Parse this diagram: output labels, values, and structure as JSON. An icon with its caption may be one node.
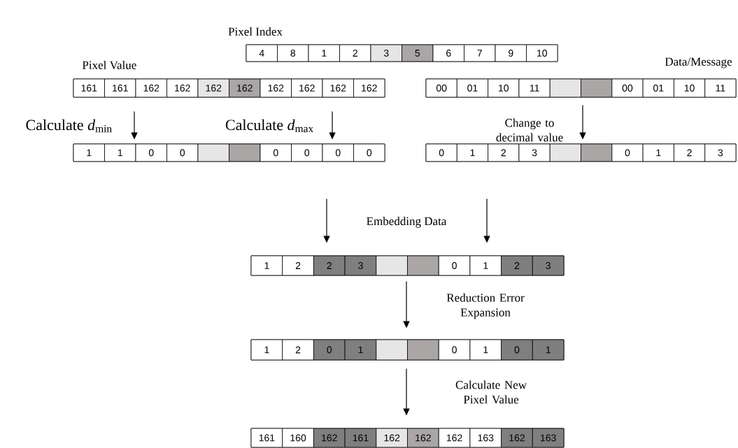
{
  "diagram": {
    "nodes": [
      {
        "text": [
          "Pixel Index"
        ]
      },
      {
        "text": [
          "4"
        ],
        "in": 0
      },
      {
        "text": [
          "8"
        ],
        "in": 0
      },
      {
        "text": [
          "1"
        ],
        "in": 0
      },
      {
        "text": [
          "2"
        ],
        "in": 0
      },
      {
        "text": [
          "3"
        ],
        "in": 0
      },
      {
        "text": [
          "5"
        ],
        "in": 0
      },
      {
        "text": [
          "6"
        ],
        "in": 0
      },
      {
        "text": [
          "7"
        ],
        "in": 0
      },
      {
        "text": [
          "9"
        ],
        "in": 0
      },
      {
        "text": [
          "10"
        ],
        "in": 0
      },
      {
        "text": [
          "Pixel Value"
        ]
      },
      {
        "text": [
          "161"
        ],
        "in": 11
      },
      {
        "text": [
          "161"
        ],
        "in": 11
      },
      {
        "text": [
          "162"
        ],
        "in": 11
      },
      {
        "text": [
          "162"
        ],
        "in": 11
      },
      {
        "text": [
          "162"
        ],
        "in": 11
      },
      {
        "text": [
          "162"
        ],
        "in": 11
      },
      {
        "text": [
          "162"
        ],
        "in": 11
      },
      {
        "text": [
          "162"
        ],
        "in": 11
      },
      {
        "text": [
          "162"
        ],
        "in": 11
      },
      {
        "text": [
          "162"
        ],
        "in": 11
      },
      {
        "text": [
          "Data/Message"
        ]
      },
      {
        "text": [
          "00"
        ],
        "in": 22
      },
      {
        "text": [
          "01"
        ],
        "in": 22
      },
      {
        "text": [
          "10"
        ],
        "in": 22
      },
      {
        "text": [
          "11"
        ],
        "in": 22
      },
      {
        "text": [],
        "shape": "box",
        "in": 22
      },
      {
        "text": [],
        "shape": "box",
        "in": 22
      },
      {
        "text": [
          "00"
        ],
        "in": 22
      },
      {
        "text": [
          "01"
        ],
        "in": 22
      },
      {
        "text": [
          "10"
        ],
        "in": 22
      },
      {
        "text": [
          "11"
        ],
        "in": 22
      },
      {
        "text": [],
        "shape": "box"
      },
      {
        "text": [
          "1"
        ],
        "in": 33
      },
      {
        "text": [
          "1"
        ],
        "in": 33
      },
      {
        "text": [
          "0"
        ],
        "in": 33
      },
      {
        "text": [
          "0"
        ],
        "in": 33
      },
      {
        "text": [],
        "shape": "box",
        "in": 33
      },
      {
        "text": [],
        "shape": "box",
        "in": 33
      },
      {
        "text": [
          "0"
        ],
        "in": 33
      },
      {
        "text": [
          "0"
        ],
        "in": 33
      },
      {
        "text": [
          "0"
        ],
        "in": 33
      },
      {
        "text": [
          "0"
        ],
        "in": 33
      },
      {
        "text": [],
        "shape": "box"
      },
      {
        "text": [
          "0"
        ],
        "in": 44
      },
      {
        "text": [
          "1"
        ],
        "in": 44
      },
      {
        "text": [
          "2"
        ],
        "in": 44
      },
      {
        "text": [
          "3"
        ],
        "in": 44
      },
      {
        "text": [],
        "shape": "box",
        "in": 44
      },
      {
        "text": [],
        "shape": "box",
        "in": 44
      },
      {
        "text": [
          "0"
        ],
        "in": 44
      },
      {
        "text": [
          "1"
        ],
        "in": 44
      },
      {
        "text": [
          "2"
        ],
        "in": 44
      },
      {
        "text": [
          "3"
        ],
        "in": 44
      },
      {
        "text": [],
        "shape": "box"
      },
      {
        "text": [
          "1"
        ],
        "in": 55
      },
      {
        "text": [
          "2"
        ],
        "in": 55
      },
      {
        "text": [
          "2"
        ],
        "in": 55
      },
      {
        "text": [
          "3"
        ],
        "in": 55
      },
      {
        "text": [],
        "shape": "box",
        "in": 55
      },
      {
        "text": [],
        "shape": "box",
        "in": 55
      },
      {
        "text": [
          "0"
        ],
        "in": 55
      },
      {
        "text": [
          "1"
        ],
        "in": 55
      },
      {
        "text": [
          "2"
        ],
        "in": 55
      },
      {
        "text": [
          "3"
        ],
        "in": 55
      },
      {
        "text": [],
        "shape": "box"
      },
      {
        "text": [
          "1"
        ],
        "in": 66
      },
      {
        "text": [
          "2"
        ],
        "in": 66
      },
      {
        "text": [
          "0"
        ],
        "in": 66
      },
      {
        "text": [
          "1"
        ],
        "in": 66
      },
      {
        "text": [],
        "shape": "box",
        "in": 66
      },
      {
        "text": [],
        "shape": "box",
        "in": 66
      },
      {
        "text": [
          "0"
        ],
        "in": 66
      },
      {
        "text": [
          "1"
        ],
        "in": 66
      },
      {
        "text": [
          "0"
        ],
        "in": 66
      },
      {
        "text": [
          "1"
        ],
        "in": 66
      },
      {
        "text": [],
        "shape": "box"
      },
      {
        "text": [
          "161"
        ],
        "in": 77
      },
      {
        "text": [
          "160"
        ],
        "in": 77
      },
      {
        "text": [
          "162"
        ],
        "in": 77
      },
      {
        "text": [
          "161"
        ],
        "in": 77
      },
      {
        "text": [
          "162"
        ],
        "in": 77
      },
      {
        "text": [
          "162"
        ],
        "in": 77
      },
      {
        "text": [
          "162"
        ],
        "in": 77
      },
      {
        "text": [
          "163"
        ],
        "in": 77
      },
      {
        "text": [
          "162"
        ],
        "in": 77
      },
      {
        "text": [
          "163"
        ],
        "in": 77
      }
    ],
    "edges": [
      {
        "from": 11,
        "to": 33,
        "arrow": "to",
        "label": "Calculate *d*$_{min}$"
      },
      {
        "from": 11,
        "to": 33,
        "arrow": "to",
        "label": "Calculate *d*$_{max}$"
      },
      {
        "from": 22,
        "to": 44,
        "arrow": "to",
        "label": "Change to decimal value"
      },
      {
        "from": 33,
        "to": 55,
        "arrow": "to"
      },
      {
        "from": 44,
        "to": 55,
        "arrow": "to"
      },
      {
        "from": 55,
        "to": 66,
        "arrow": "to",
        "label": "Reduction Error Expansion"
      },
      {
        "from": 66,
        "to": 77,
        "arrow": "to",
        "label": "Calculate New Pixel Value"
      }
    ],
    "labels": [
      "Embedding Data"
    ]
  }
}
